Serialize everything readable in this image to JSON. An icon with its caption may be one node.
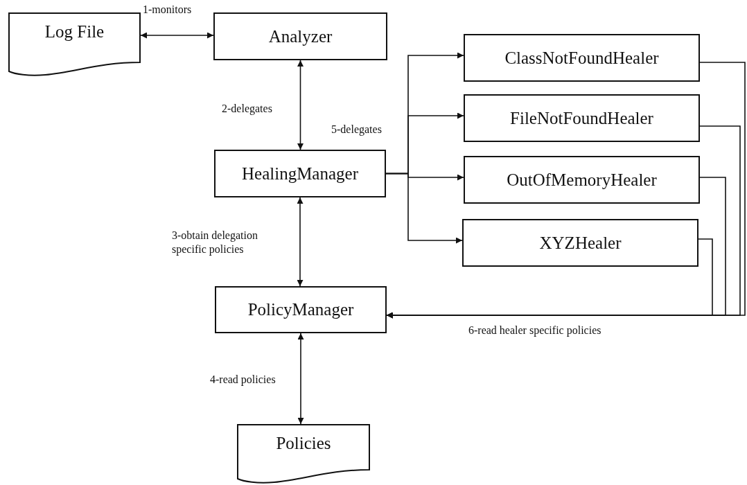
{
  "diagram": {
    "nodes": [
      {
        "text": [
          "Log File"
        ]
      },
      {
        "text": [
          "Analyzer"
        ]
      },
      {
        "text": [
          "HealingManager"
        ]
      },
      {
        "text": [
          "PolicyManager"
        ]
      },
      {
        "text": [
          "Policies"
        ]
      },
      {
        "text": [
          "ClassNotFoundHealer"
        ]
      },
      {
        "text": [
          "FileNotFoundHealer"
        ]
      },
      {
        "text": [
          "OutOfMemoryHealer"
        ]
      },
      {
        "text": [
          "XYZHealer"
        ]
      }
    ],
    "edges": [
      {
        "from": 0,
        "to": 1,
        "arrow": "both",
        "label": "1-monitors"
      },
      {
        "from": 1,
        "to": 2,
        "arrow": "both",
        "label": "2-delegates"
      },
      {
        "from": 2,
        "to": 3,
        "arrow": "both",
        "label": "3-obtain delegation specific policies"
      },
      {
        "from": 3,
        "to": 4,
        "arrow": "both",
        "label": "4-read policies"
      },
      {
        "from": 2,
        "to": 5,
        "arrow": "to",
        "label": "5-delegates"
      },
      {
        "from": 2,
        "to": 6,
        "arrow": "to"
      },
      {
        "from": 2,
        "to": 7,
        "arrow": "to"
      },
      {
        "from": 2,
        "to": 8,
        "arrow": "to"
      },
      {
        "from": 5,
        "to": 3,
        "arrow": "to",
        "label": "6-read healer specific policies"
      },
      {
        "from": 6,
        "to": 3,
        "arrow": "to"
      },
      {
        "from": 7,
        "to": 3,
        "arrow": "to"
      },
      {
        "from": 8,
        "to": 3,
        "arrow": "to"
      }
    ]
  }
}
